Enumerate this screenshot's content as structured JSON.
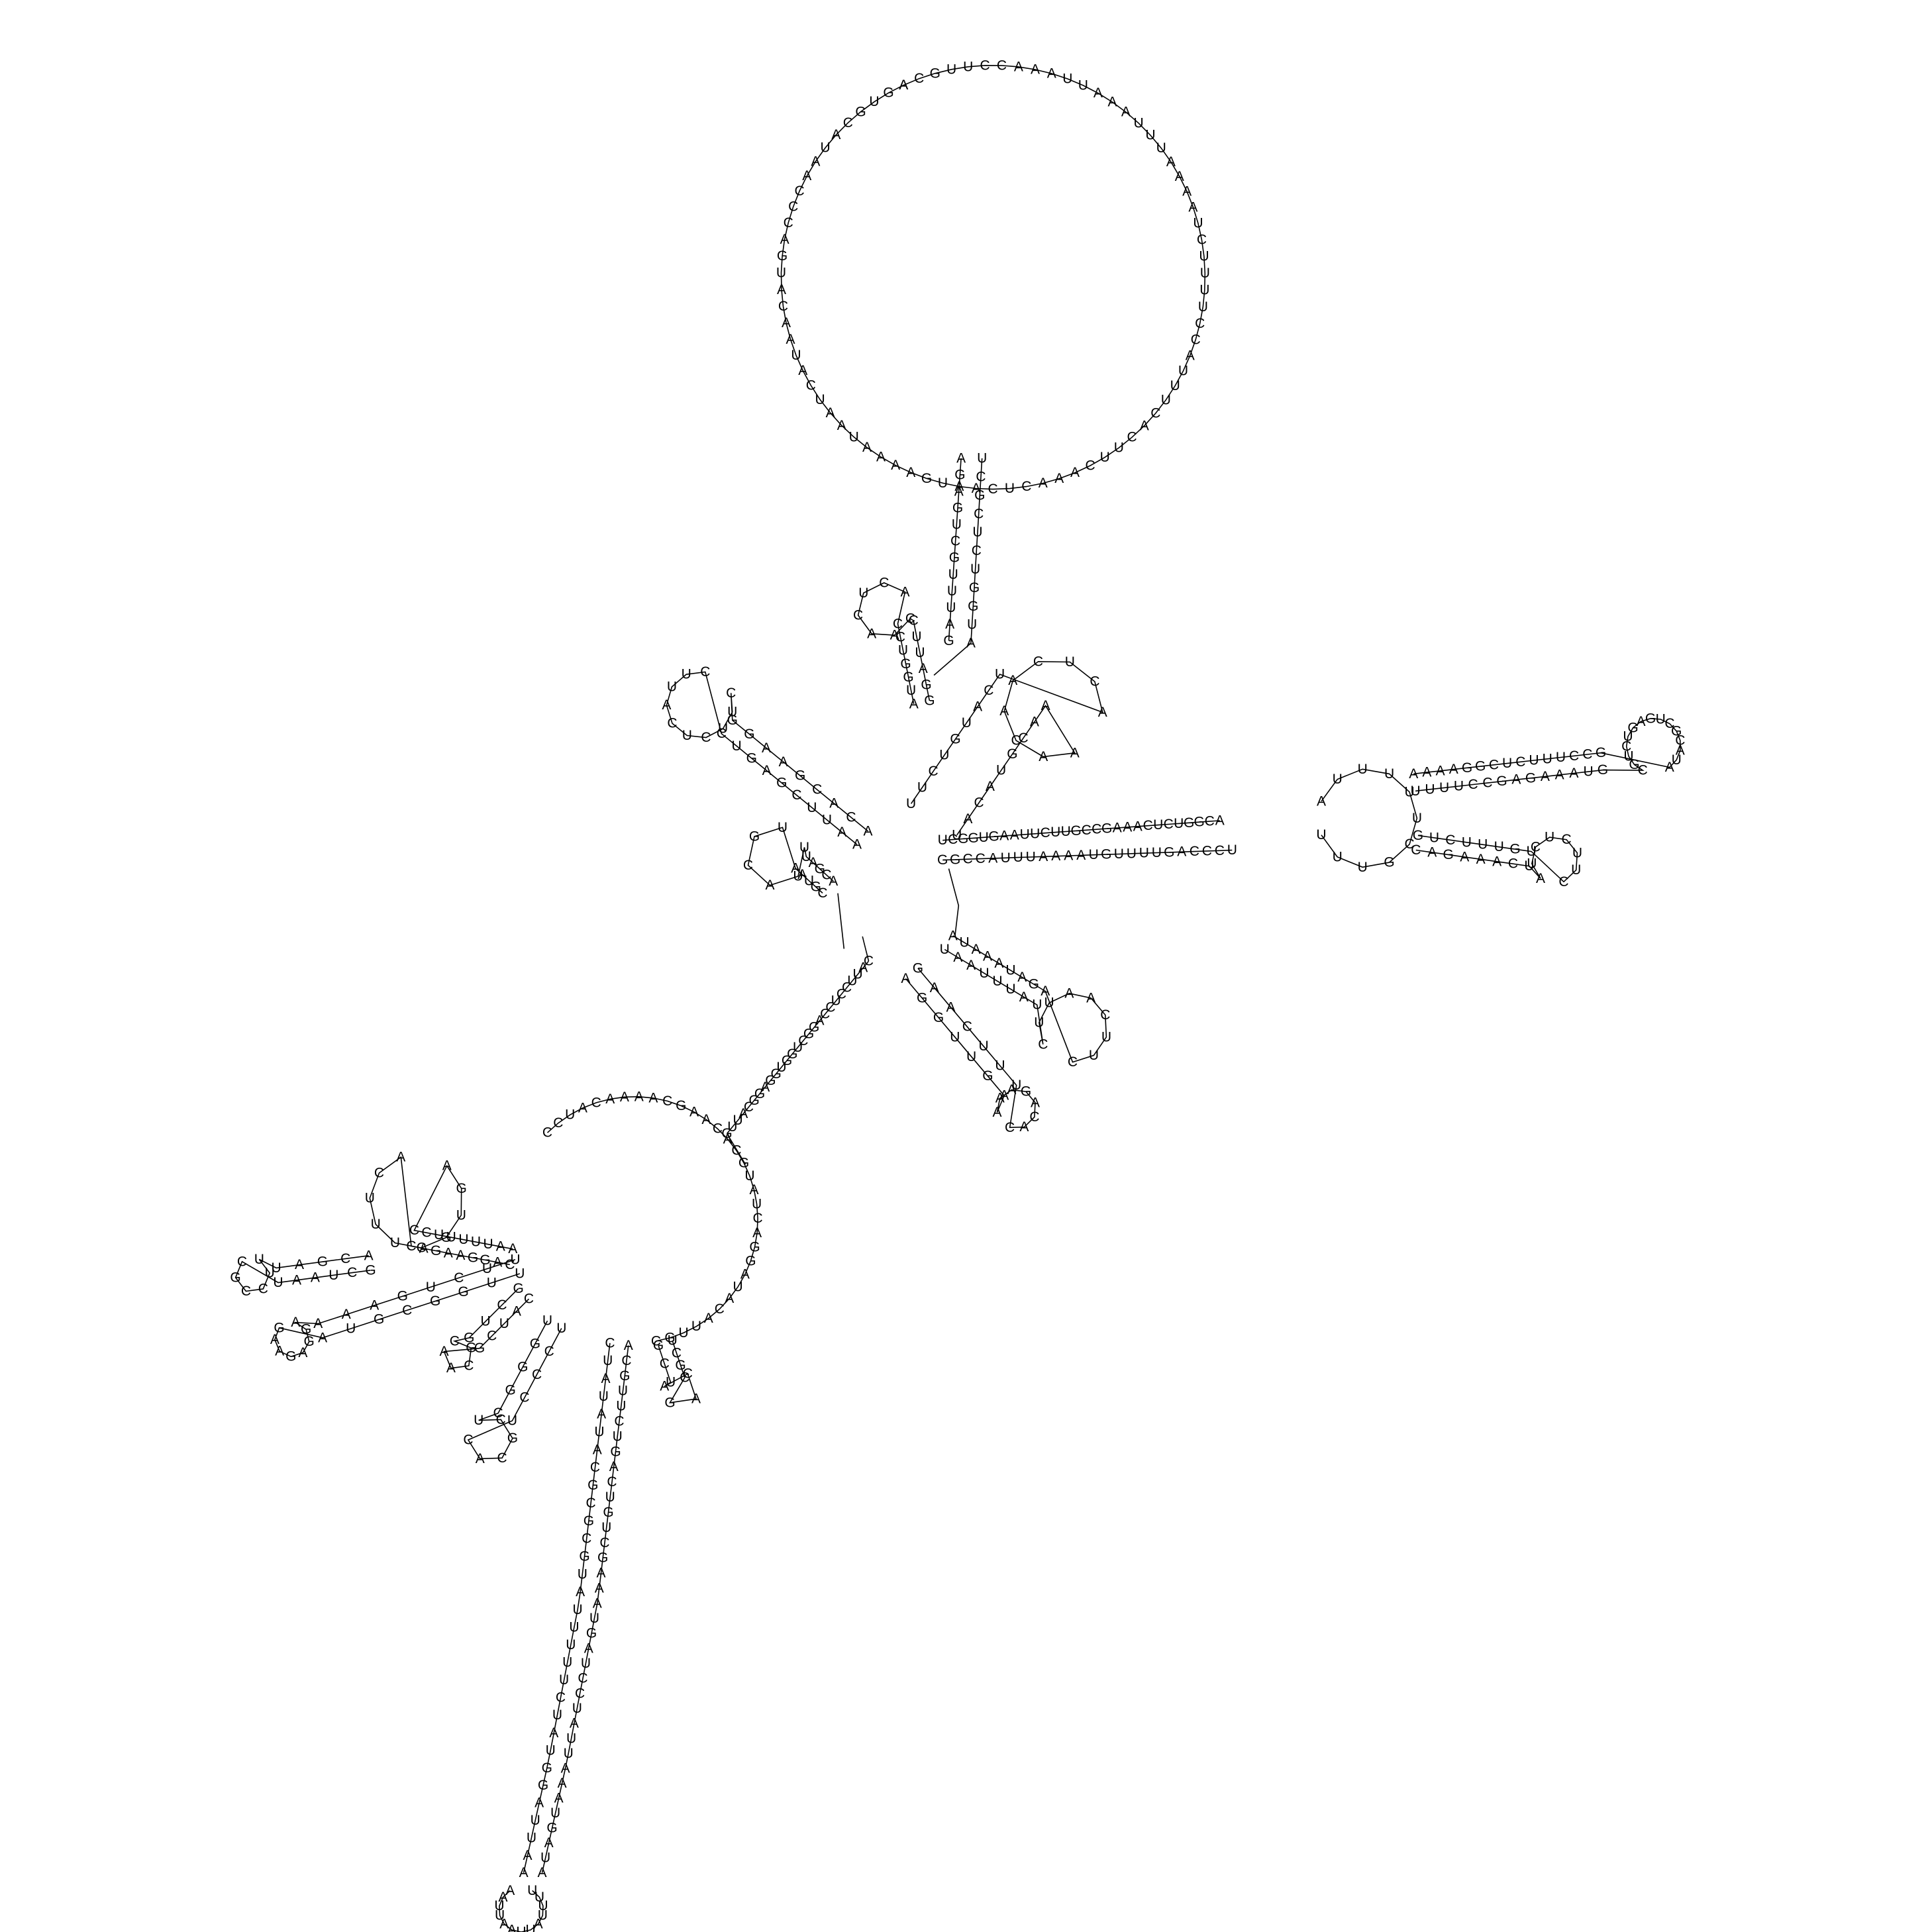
{
  "diagram": {
    "type": "rna-secondary-structure",
    "colors": {
      "background": "#ffffff",
      "ink": "#000000"
    },
    "segments": [
      {
        "id": "top_loop",
        "seq": "ACGUUCCAAAUUAAAUUUAAAAUCUUUUCCAUUUCACUUCAAACUCAAUGAAAAUAAUCAUAACAUGACCCAAUACGUGA"
      },
      {
        "id": "top_stem_r",
        "seq": "UCGCUCUGGUA"
      },
      {
        "id": "top_stem_l",
        "seq": "AGAGUCGUUUAG"
      },
      {
        "id": "small_hp",
        "seq": "GGAUUCCAACUCACCUGGUA"
      },
      {
        "id": "ul_hp",
        "seq": "ACACGAAGGCUUCUCAUUCCUGAGCUUAA"
      },
      {
        "id": "l_hp",
        "seq": "ACGAUUUACGUAAUGC"
      },
      {
        "id": "ur_lobe",
        "seq": "UACAUGCAAAACAACUCAUCAUGUCUU"
      },
      {
        "id": "r_stem_top",
        "seq": "UCGGUGAAUUCUUGCCGAAACUCUGGCA"
      },
      {
        "id": "r_stem_bot",
        "seq": "GGCCAUUUAAAAUGUUUUGACCCU"
      },
      {
        "id": "r_loop",
        "seq": "AUUUUUCGUUU"
      },
      {
        "id": "r_hp_upper",
        "seq": "UUUUCCGAGAAAUGCGUCUGAGUCGCAUAGCCUUUCUCGGAAAA"
      },
      {
        "id": "r_hp_lower",
        "seq": "CAGAAACUAUCUCUUCUGUUUCUG"
      },
      {
        "id": "lr_hp",
        "seq": "UAAUUUAUCUUAACUUCAGAUAAAUA"
      },
      {
        "id": "lr_hp2",
        "seq": "AGGUUGAAAAGACACUUUCAAG"
      },
      {
        "id": "center_stem",
        "seq": "CAUUCCUCCAGGCUGGUGGAGGCAUUG"
      },
      {
        "id": "bl_loop",
        "seq": "CCUACAAAACGAACACGUAUCAGGAUACAUUGC"
      },
      {
        "id": "bl_hp1",
        "seq": "AAUUUUUCCAGUGCUUUCACAGAAGGAC"
      },
      {
        "id": "bl_hp1_stem",
        "seq": "ACGAUUUCCGCUAAUCG"
      },
      {
        "id": "bl_hp2",
        "seq": "UUCUGAAAAGGAGAAGAUGCGGUU"
      },
      {
        "id": "bl_hp3",
        "seq": "GCUGCGCAAGCUAC"
      },
      {
        "id": "bl_hp4",
        "seq": "UGGGCUCGCACUCCCU"
      },
      {
        "id": "bl_hp5",
        "seq": "GCUACAGCGCU"
      },
      {
        "id": "long_stem_l",
        "seq": "CUAUAUACGCGCGUAUUUUUCUAUGGAUUAA"
      },
      {
        "id": "long_stem_r",
        "seq": "ACGUUCUGACUGUCGAAAUGAUCCUAUUAAAUGAUA"
      },
      {
        "id": "bottom_loop",
        "seq": "UUUUAUUAAUUAA"
      }
    ]
  }
}
